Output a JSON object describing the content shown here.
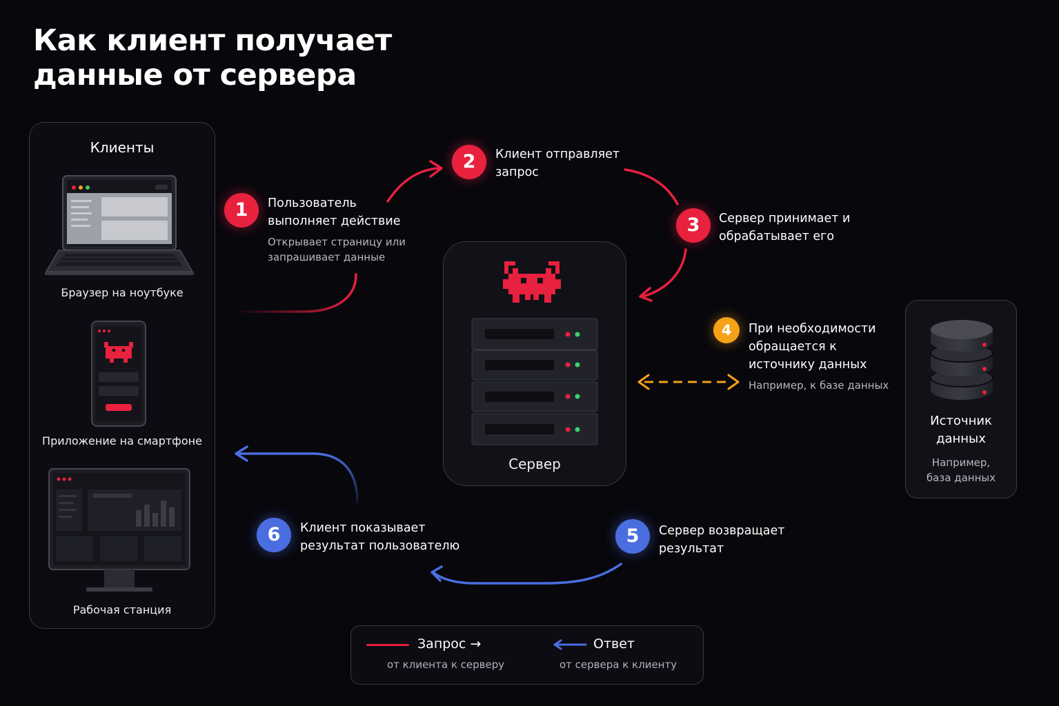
{
  "title": "Как клиент получает данные от сервера",
  "clients": {
    "title": "Клиенты",
    "devices": [
      {
        "name": "laptop",
        "label": "Браузер на ноутбуке"
      },
      {
        "name": "smartphone",
        "label": "Приложение на смартфоне"
      },
      {
        "name": "workstation",
        "label": "Рабочая станция"
      }
    ]
  },
  "server": {
    "label": "Сервер"
  },
  "data_source": {
    "title": "Источник данных",
    "note": "Например, база данных"
  },
  "steps": [
    {
      "number": "1",
      "text": "Пользователь выполняет действие",
      "note": "Открывает страницу или запрашивает данные"
    },
    {
      "number": "2",
      "text": "Клиент отправляет запрос",
      "note": ""
    },
    {
      "number": "3",
      "text": "Сервер принимает и обрабатывает его",
      "note": ""
    },
    {
      "number": "4",
      "text": "При необходимости обращается к источнику данных",
      "note": "Например, к базе данных"
    },
    {
      "number": "5",
      "text": "Сервер возвращает результат",
      "note": ""
    },
    {
      "number": "6",
      "text": "Клиент показывает результат пользователю",
      "note": ""
    }
  ],
  "legend": {
    "request": {
      "title": "Запрос →",
      "subtitle": "от клиента к серверу"
    },
    "response": {
      "title": "Ответ",
      "subtitle": "от сервера к клиенту"
    }
  },
  "colors": {
    "request": "#e8213f",
    "response": "#4a6ee0",
    "data_access": "#f5a217",
    "background": "#07070c"
  },
  "icons": [
    "laptop-icon",
    "smartphone-icon",
    "monitor-icon",
    "mascot-crab-icon",
    "server-rack-icon",
    "database-icon",
    "arrow-right-icon",
    "arrow-left-icon"
  ]
}
